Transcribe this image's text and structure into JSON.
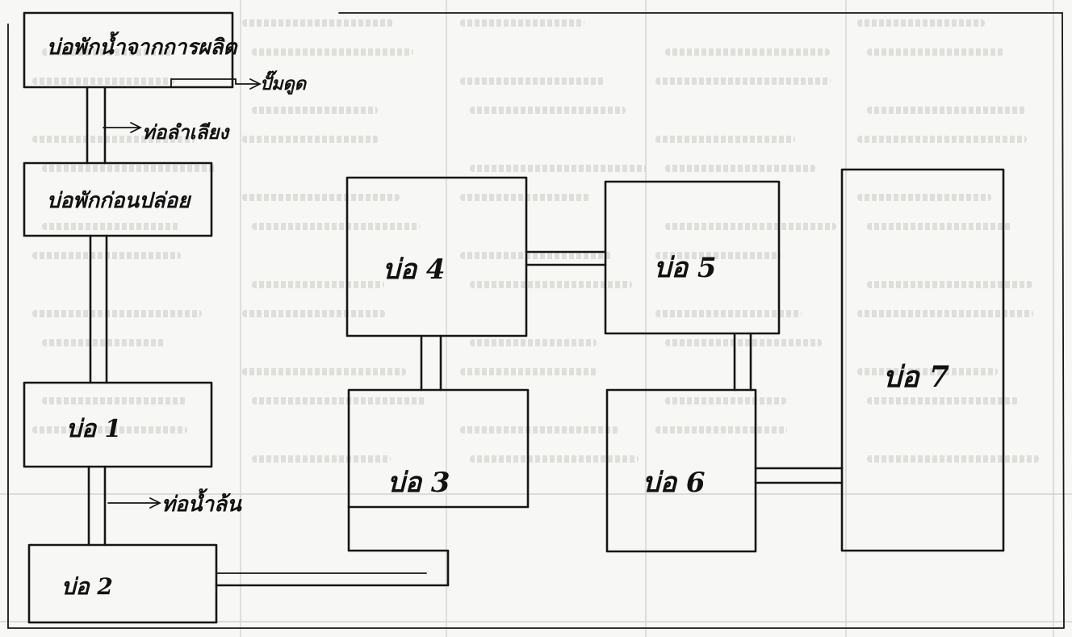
{
  "boxes": {
    "factory_pond": "บ่อพักน้ำจากการผลิต",
    "settling_pond": "บ่อพักก่อนปล่อย",
    "pond1": "บ่อ 1",
    "pond2": "บ่อ 2",
    "pond3": "บ่อ 3",
    "pond4": "บ่อ 4",
    "pond5": "บ่อ 5",
    "pond6": "บ่อ 6",
    "pond7": "บ่อ 7"
  },
  "arrows": {
    "pump": "ปั๊มดูด",
    "discharge_pipe": "ท่อลำเลียง",
    "drain_pipe": "ท่อน้ำล้น"
  },
  "colors": {
    "ink": "#161616",
    "paper": "#f7f7f5",
    "bleed": "#c9c9c6"
  }
}
